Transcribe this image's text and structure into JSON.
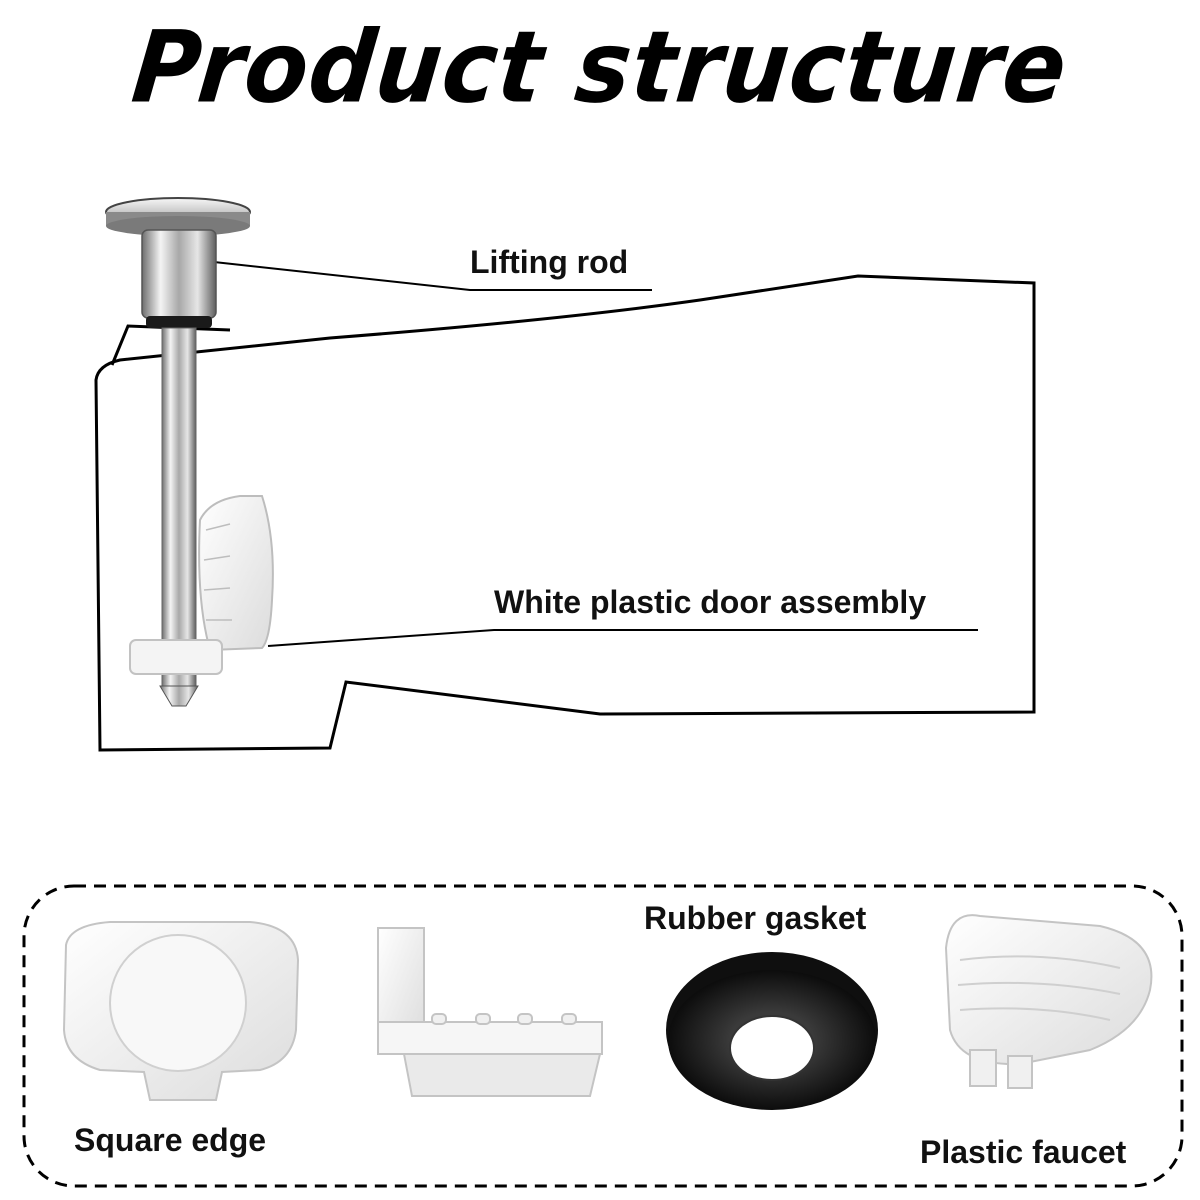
{
  "title": "Product structure",
  "diagram": {
    "labels": {
      "lifting_rod": "Lifting rod",
      "door_assembly": "White plastic door assembly"
    }
  },
  "parts_box": {
    "parts": [
      {
        "label": "Square edge",
        "icon": "square-edge-part-icon"
      },
      {
        "label": "",
        "icon": "l-bracket-part-icon"
      },
      {
        "label": "Rubber gasket",
        "icon": "rubber-gasket-icon"
      },
      {
        "label": "Plastic faucet",
        "icon": "plastic-faucet-icon"
      }
    ]
  },
  "colors": {
    "text": "#111111",
    "outline": "#000000",
    "plastic": "#f2f2f2",
    "rubber": "#161616",
    "chrome": "#c9c9c9"
  }
}
